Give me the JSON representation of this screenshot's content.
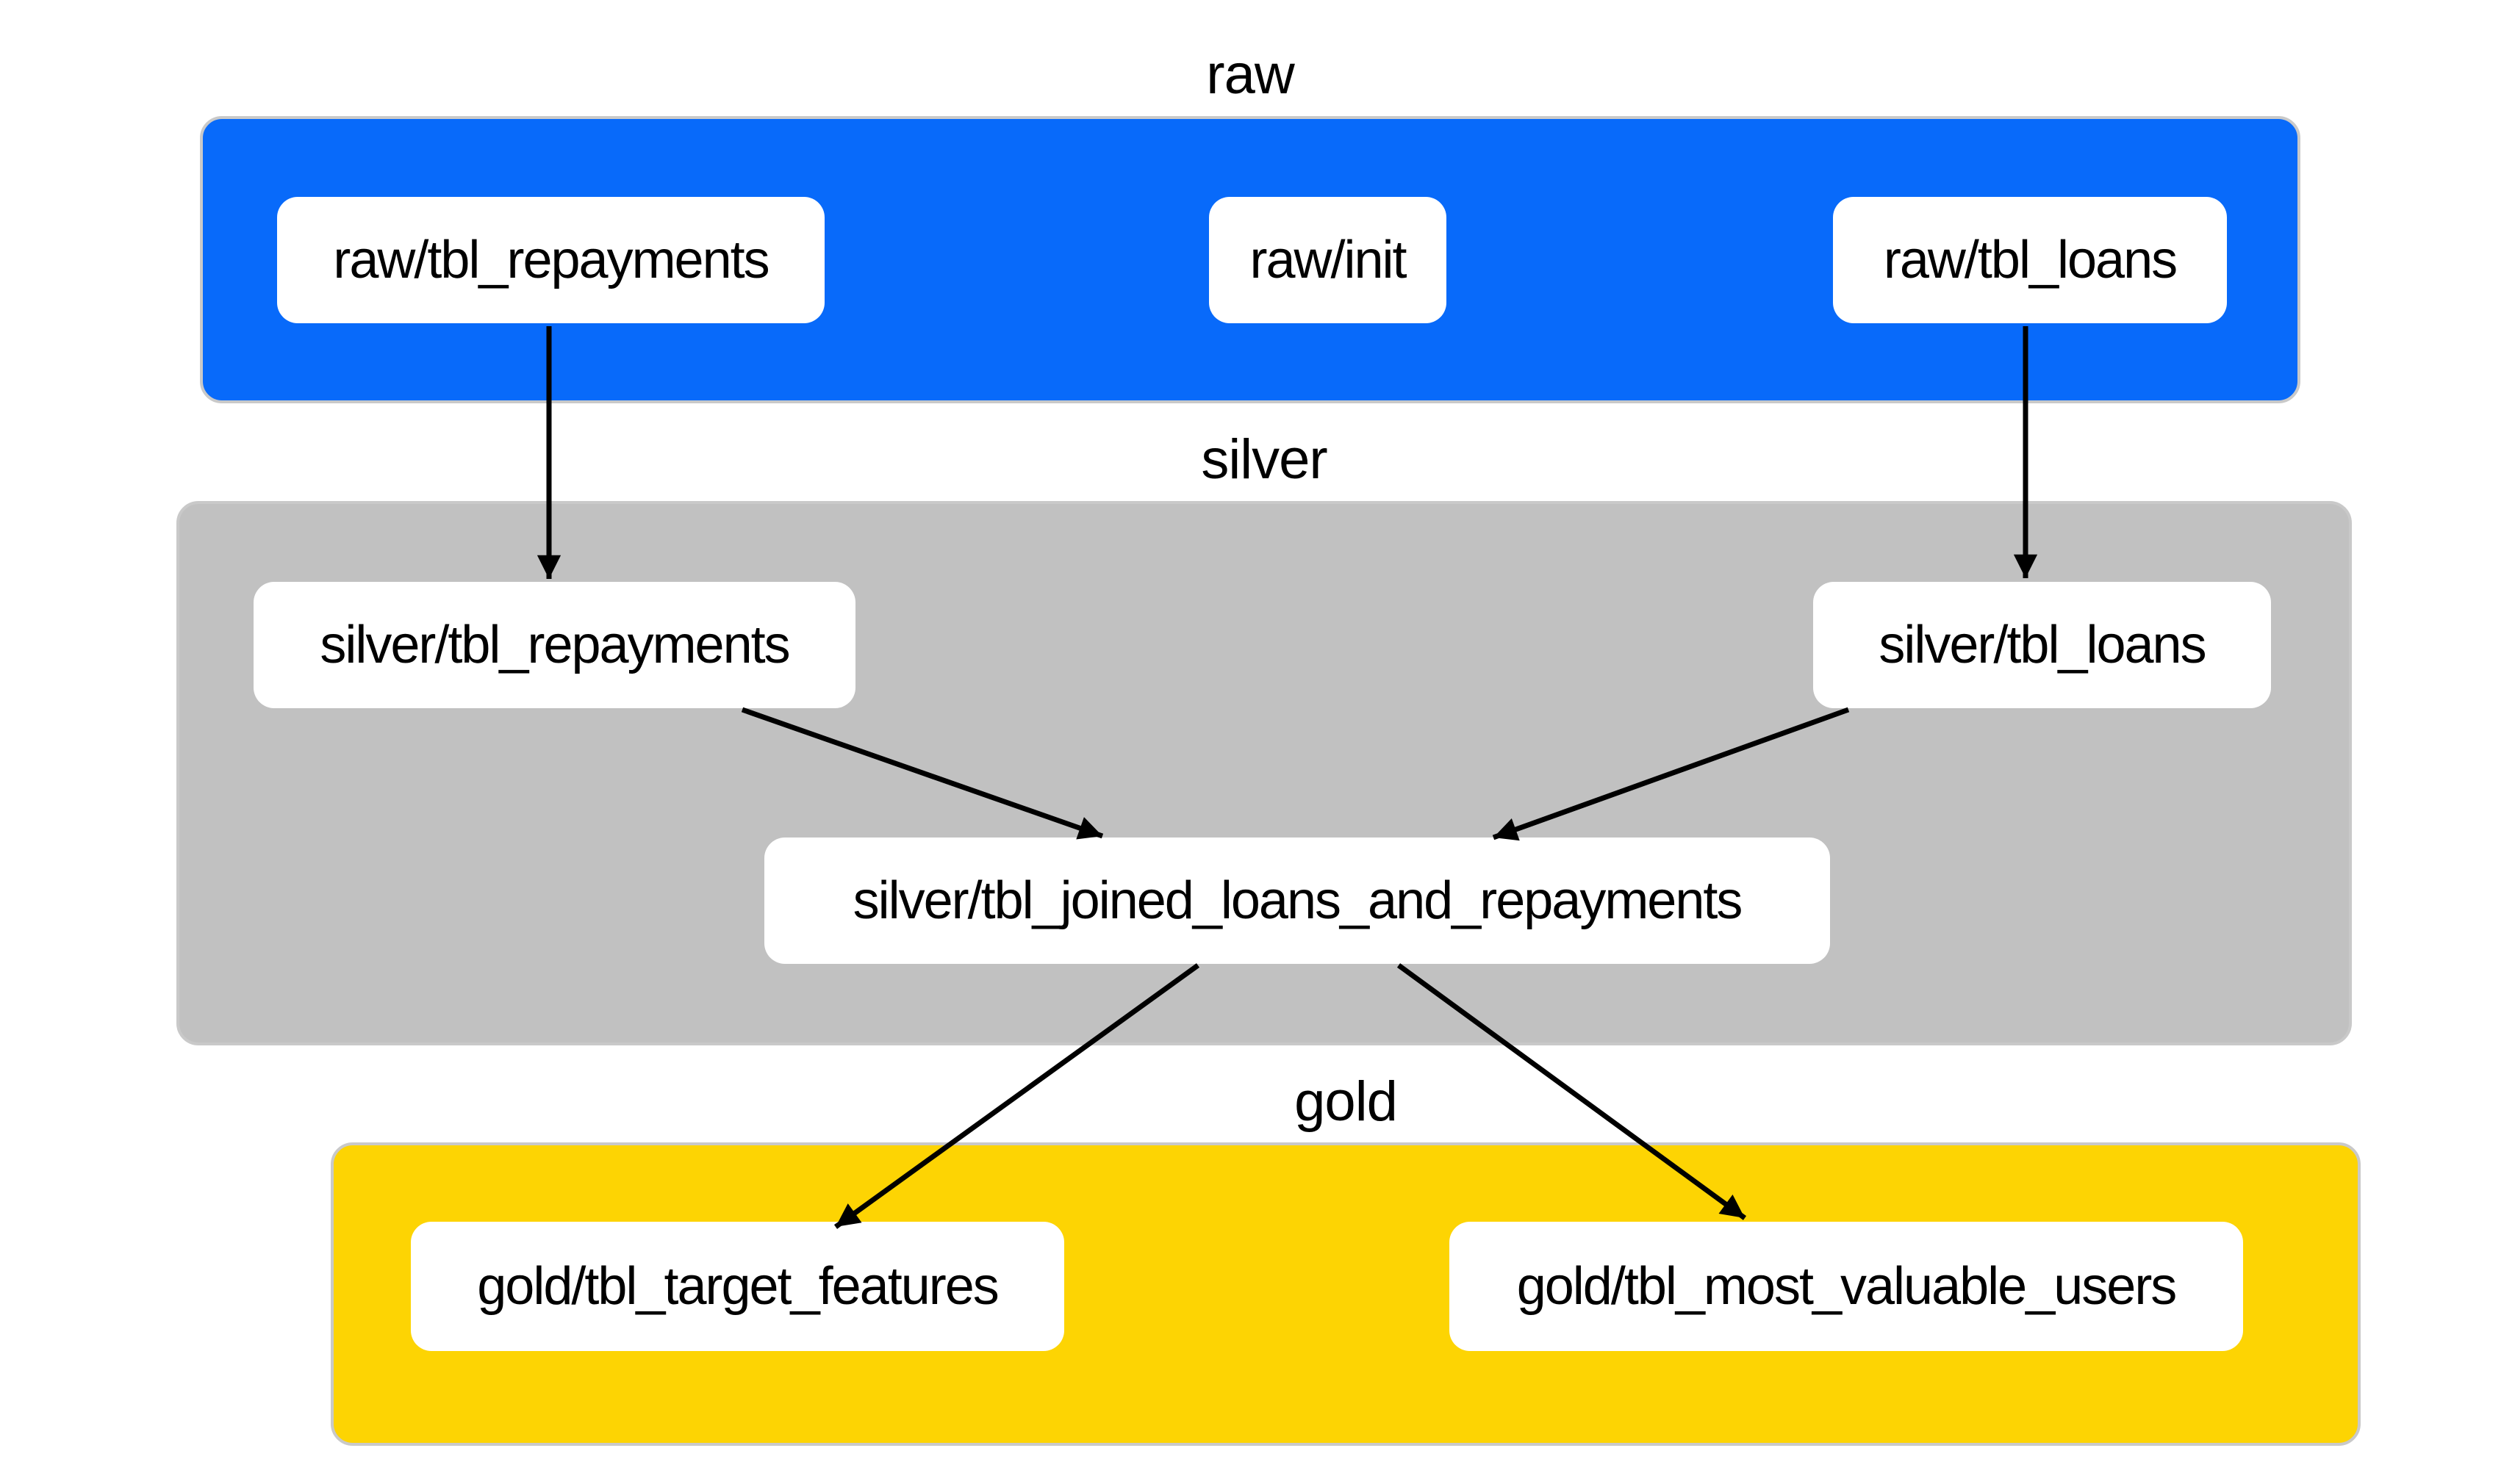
{
  "colors": {
    "raw_layer": "#086afa",
    "silver_layer": "#c1c1c1",
    "gold_layer": "#fdd403",
    "layer_border": "#c9c9c9",
    "node_bg": "#ffffff",
    "edge": "#000000",
    "text": "#000000",
    "background": "#ffffff"
  },
  "layers": [
    {
      "label": "raw",
      "color": "#086afa"
    },
    {
      "label": "silver",
      "color": "#c1c1c1"
    },
    {
      "label": "gold",
      "color": "#fdd403"
    }
  ],
  "nodes": [
    {
      "id": "raw/tbl_repayments",
      "label": "raw/tbl_repayments",
      "layer": "raw"
    },
    {
      "id": "raw/init",
      "label": "raw/init",
      "layer": "raw"
    },
    {
      "id": "raw/tbl_loans",
      "label": "raw/tbl_loans",
      "layer": "raw"
    },
    {
      "id": "silver/tbl_repayments",
      "label": "silver/tbl_repayments",
      "layer": "silver"
    },
    {
      "id": "silver/tbl_loans",
      "label": "silver/tbl_loans",
      "layer": "silver"
    },
    {
      "id": "silver/tbl_joined_loans_and_repayments",
      "label": "silver/tbl_joined_loans_and_repayments",
      "layer": "silver"
    },
    {
      "id": "gold/tbl_target_features",
      "label": "gold/tbl_target_features",
      "layer": "gold"
    },
    {
      "id": "gold/tbl_most_valuable_users",
      "label": "gold/tbl_most_valuable_users",
      "layer": "gold"
    }
  ],
  "edges": [
    {
      "from": "raw/tbl_repayments",
      "to": "silver/tbl_repayments"
    },
    {
      "from": "raw/tbl_loans",
      "to": "silver/tbl_loans"
    },
    {
      "from": "silver/tbl_repayments",
      "to": "silver/tbl_joined_loans_and_repayments"
    },
    {
      "from": "silver/tbl_loans",
      "to": "silver/tbl_joined_loans_and_repayments"
    },
    {
      "from": "silver/tbl_joined_loans_and_repayments",
      "to": "gold/tbl_target_features"
    },
    {
      "from": "silver/tbl_joined_loans_and_repayments",
      "to": "gold/tbl_most_valuable_users"
    }
  ]
}
